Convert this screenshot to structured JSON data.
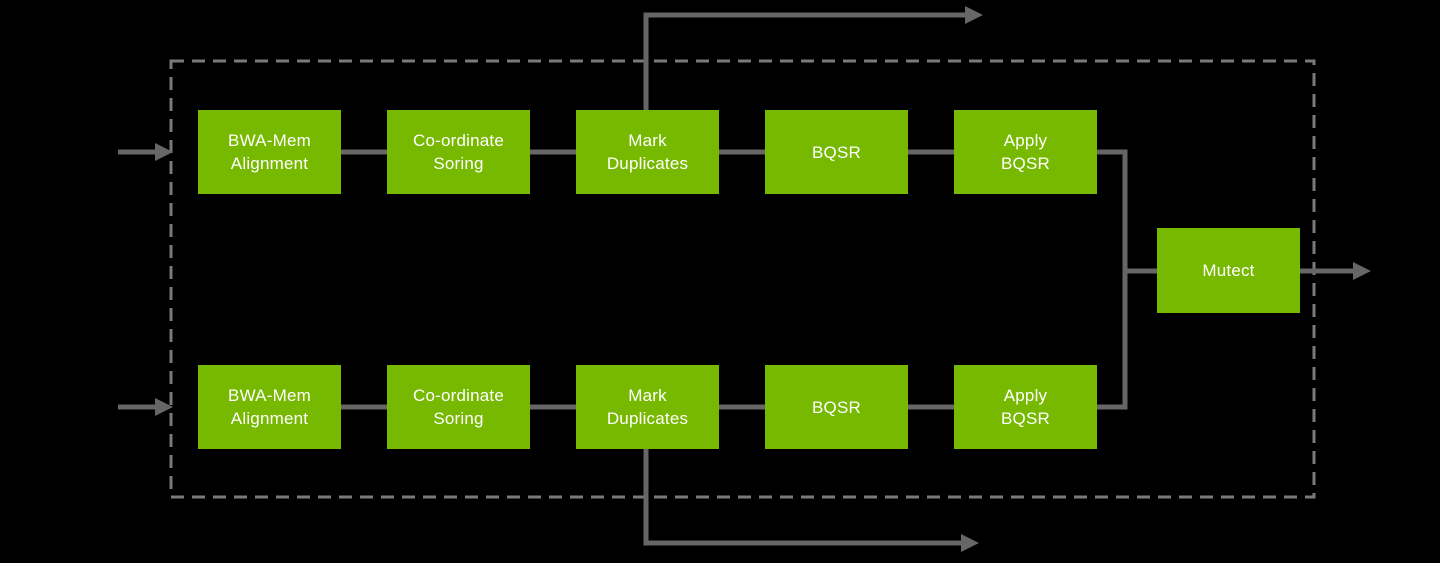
{
  "diagram": {
    "background_color": "#000000",
    "boundary": {
      "style": "dashed",
      "color": "#7a7a7a"
    },
    "connector_color": "#666666",
    "node_style": {
      "fill": "#76b900",
      "text_color": "#ffffff"
    },
    "rows": {
      "top": [
        "BWA-Mem\nAlignment",
        "Co-ordinate\nSoring",
        "Mark\nDuplicates",
        "BQSR",
        "Apply\nBQSR"
      ],
      "bottom": [
        "BWA-Mem\nAlignment",
        "Co-ordinate\nSoring",
        "Mark\nDuplicates",
        "BQSR",
        "Apply\nBQSR"
      ],
      "merge": "Mutect"
    }
  }
}
